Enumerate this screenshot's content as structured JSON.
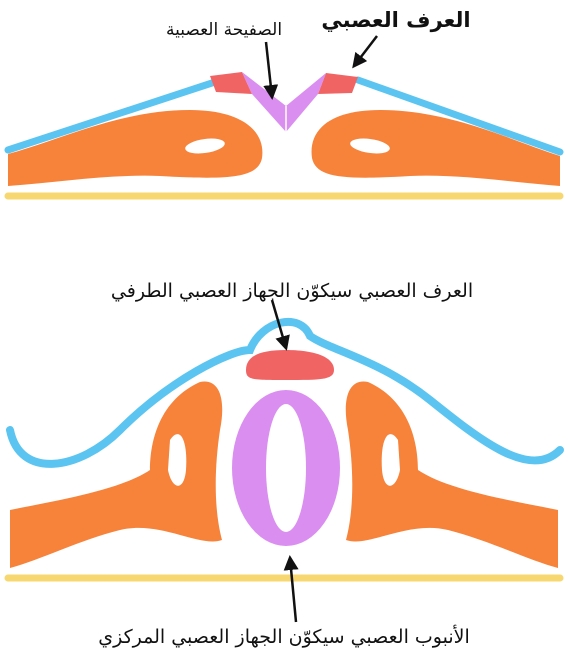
{
  "labels": {
    "neural_plate": "الصفيحة العصبية",
    "neural_crest_top": "العرف العصبي",
    "neural_crest_pns": "العرف العصبي سيكوّن الجهاز العصبي الطرفي",
    "neural_tube_cns": "الأنبوب العصبي سيكوّن الجهاز العصبي المركزي"
  },
  "colors": {
    "ectoderm": "#5bc4f0",
    "neural_crest": "#f06464",
    "neural_plate": "#d98ef0",
    "mesoderm": "#f7823a",
    "notochord_line": "#f7d770",
    "arrow": "#111111"
  }
}
